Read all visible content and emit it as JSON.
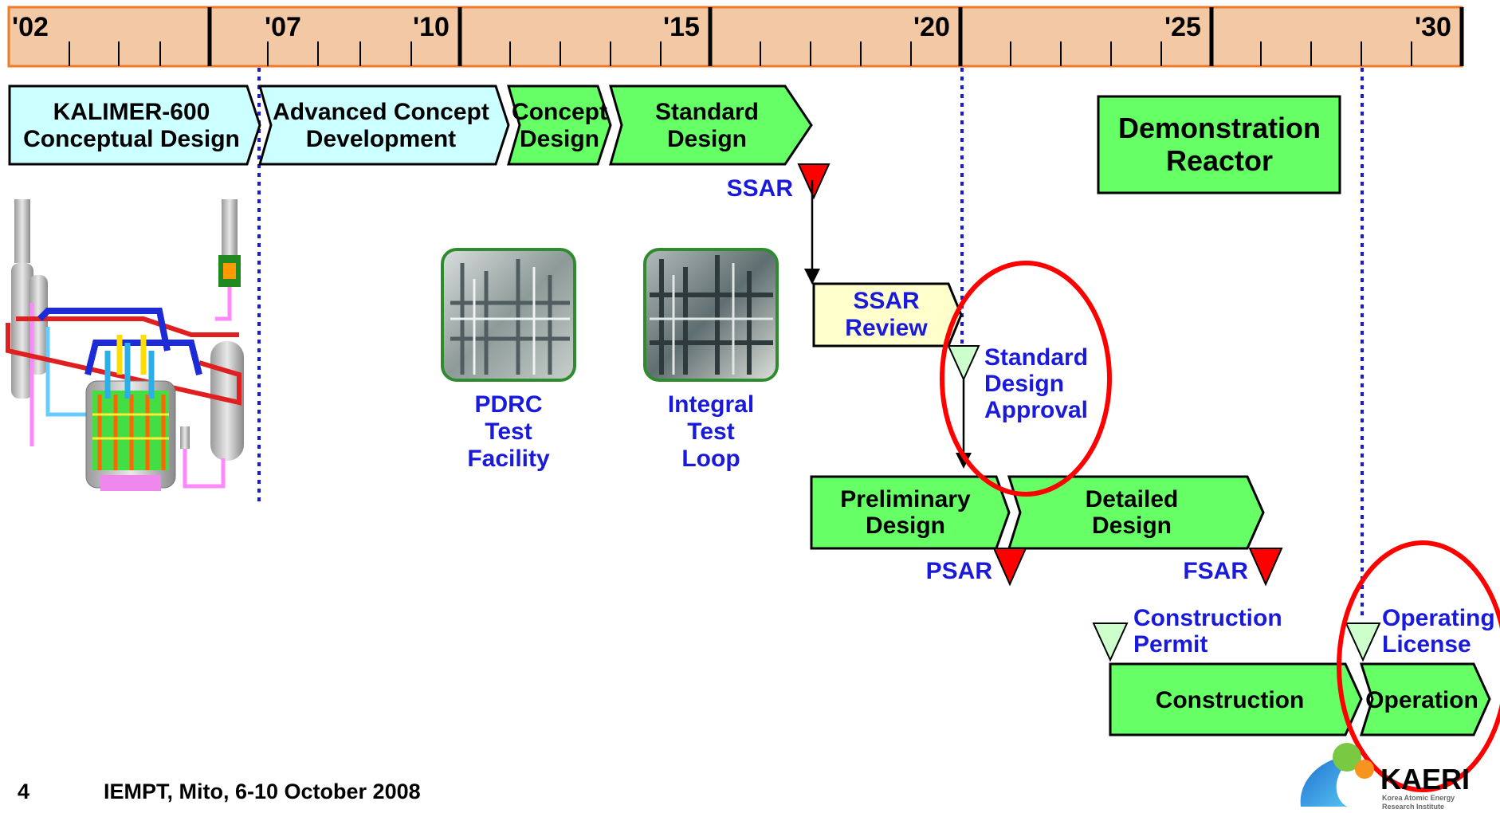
{
  "timeline": {
    "year_labels": [
      "'02",
      "'07",
      "'10",
      "'15",
      "'20",
      "'25",
      "'30"
    ]
  },
  "phases": {
    "kalimer": [
      "KALIMER-600",
      "Conceptual Design"
    ],
    "advanced": [
      "Advanced Concept",
      "Development"
    ],
    "concept": [
      "Concept",
      "Design"
    ],
    "standard": [
      "Standard",
      "Design"
    ],
    "demonstration": [
      "Demonstration",
      "Reactor"
    ],
    "ssar_review": [
      "SSAR",
      "Review"
    ],
    "preliminary": [
      "Preliminary",
      "Design"
    ],
    "detailed": [
      "Detailed",
      "Design"
    ],
    "construction": "Construction",
    "operation": "Operation"
  },
  "milestones": {
    "ssar": "SSAR",
    "psar": "PSAR",
    "fsar": "FSAR",
    "standard_design_approval": [
      "Standard",
      "Design",
      "Approval"
    ],
    "construction_permit": [
      "Construction",
      "Permit"
    ],
    "operating_license": [
      "Operating",
      "License"
    ]
  },
  "facilities": {
    "pdrc": [
      "PDRC",
      "Test",
      "Facility"
    ],
    "integral": [
      "Integral",
      "Test",
      "Loop"
    ]
  },
  "footer": {
    "page_number": "4",
    "conference": "IEMPT, Mito, 6-10 October 2008"
  },
  "logo": {
    "name": "KAERI",
    "subtitle_line1": "Korea Atomic Energy",
    "subtitle_line2": "Research Institute"
  },
  "colors": {
    "timeline_bar": "#f2c9a4",
    "timeline_border": "#f07a2a",
    "light_phase": "#ccffff",
    "green_phase": "#66ff66",
    "review_phase": "#ffffcc",
    "milestone_red": "#ff0000",
    "approval_triangle": "#ccffcc",
    "label_blue": "#1a1adb",
    "highlight_circle": "#ff0000"
  }
}
